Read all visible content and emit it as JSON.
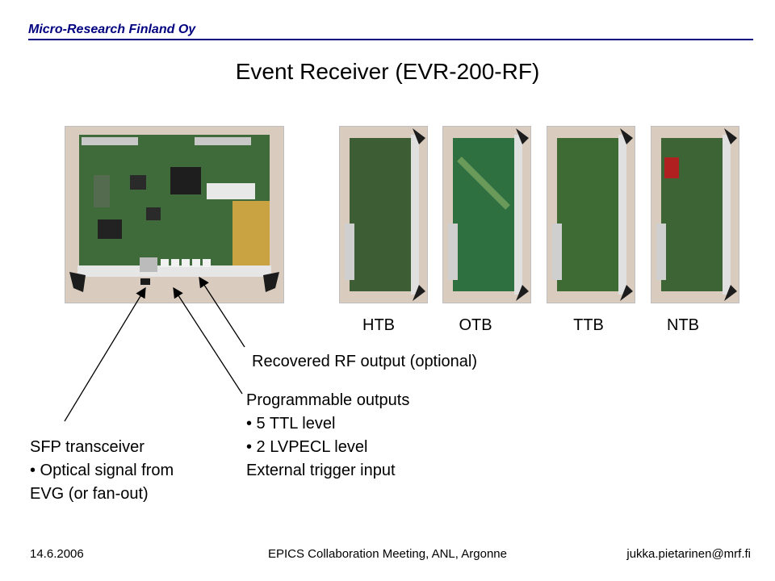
{
  "header": {
    "company": "Micro-Research Finland Oy",
    "title": "Event Receiver (EVR-200-RF)"
  },
  "boards": [
    {
      "label": "HTB"
    },
    {
      "label": "OTB"
    },
    {
      "label": "TTB"
    },
    {
      "label": "NTB"
    }
  ],
  "callouts": {
    "rf_output": "Recovered RF output (optional)",
    "prog_title": "Programmable outputs",
    "prog_item1": "• 5 TTL level",
    "prog_item2": "• 2 LVPECL level",
    "ext_trigger": "External trigger input",
    "sfp_title": "SFP transceiver",
    "sfp_item1": "• Optical signal from",
    "sfp_item2": "EVG (or fan-out)"
  },
  "footer": {
    "date": "14.6.2006",
    "event": "EPICS Collaboration Meeting, ANL, Argonne",
    "email": "jukka.pietarinen@mrf.fi"
  },
  "colors": {
    "header": "#000080",
    "pcb_green": "#3f6b3a",
    "photo_bg": "#d9ccbf"
  }
}
